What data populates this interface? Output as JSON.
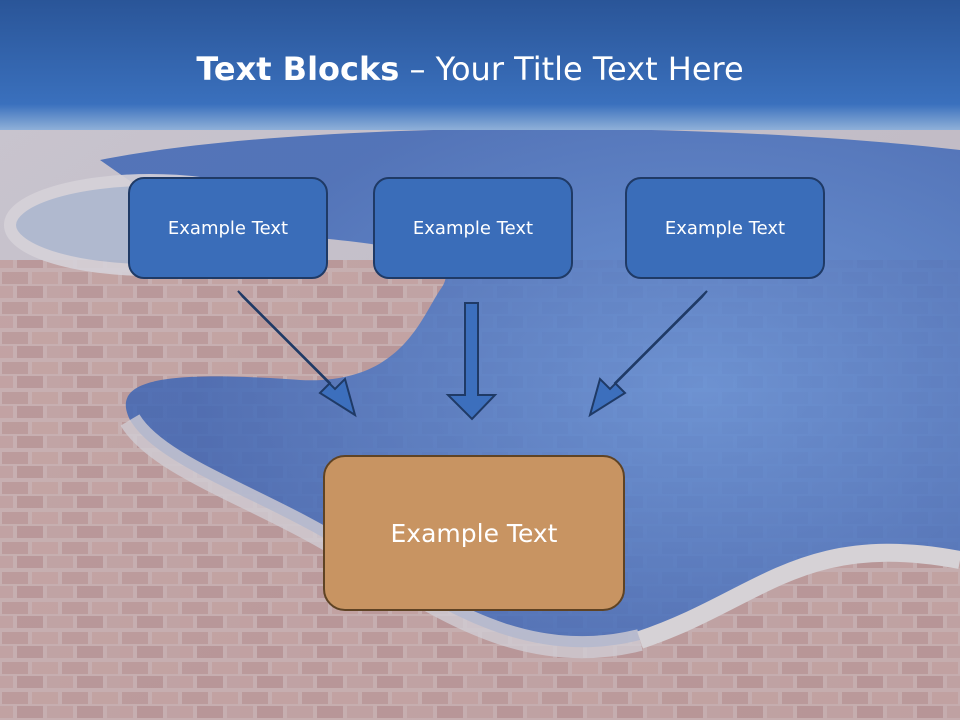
{
  "slide": {
    "title_bold": "Text Blocks",
    "title_dash": " – ",
    "title_rest": "Your Title Text Here"
  },
  "diagram": {
    "sources": [
      {
        "label": "Example Text"
      },
      {
        "label": "Example Text"
      },
      {
        "label": "Example Text"
      }
    ],
    "target": {
      "label": "Example Text"
    }
  },
  "colors": {
    "header_blue": "#2f5ea8",
    "box_blue": "#3a6db9",
    "box_orange": "#c89462",
    "arrow_fill": "#3c6fbd"
  }
}
